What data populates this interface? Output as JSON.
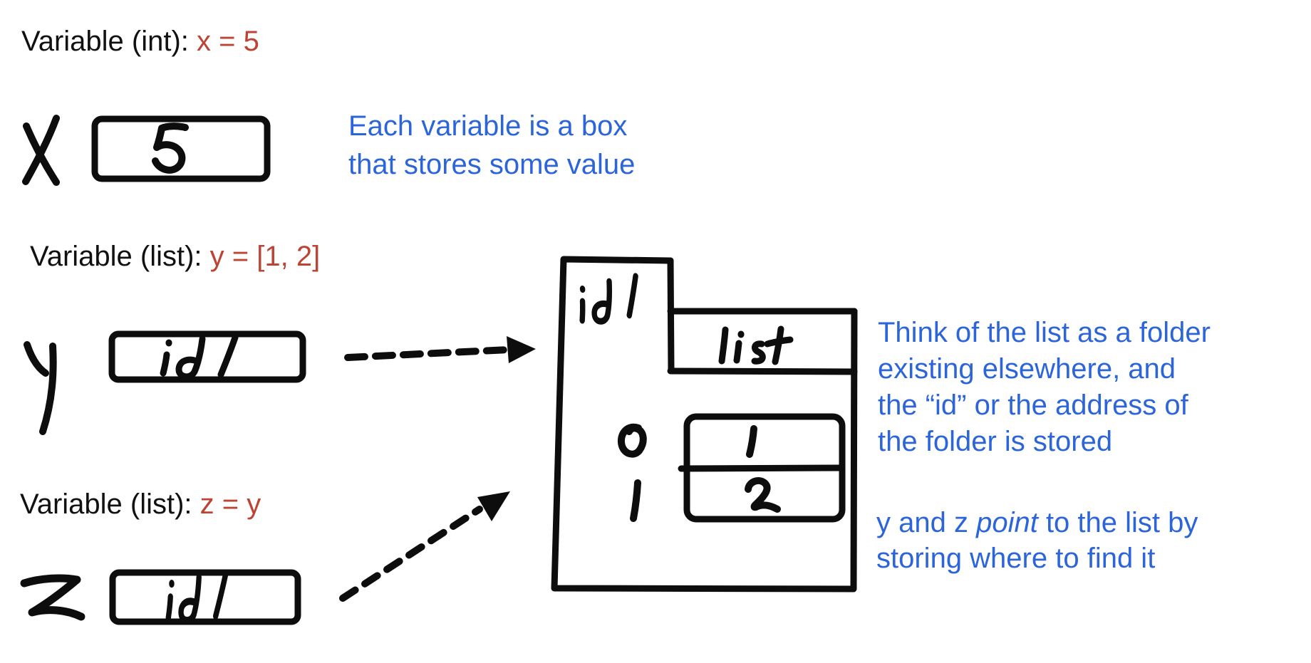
{
  "diagram": {
    "captions": {
      "x": {
        "label": "Variable (int): ",
        "value": "x = 5"
      },
      "y": {
        "label": "Variable (list): ",
        "value": "y = [1, 2]"
      },
      "z": {
        "label": "Variable (list): ",
        "value": "z = y"
      }
    },
    "notes": {
      "box": {
        "line1": "Each variable is a box",
        "line2": "that stores some value"
      },
      "folder": {
        "line1": "Think of the list as a folder",
        "line2": "existing elsewhere, and",
        "line3": "the “id” or the address of",
        "line4": "the folder is stored"
      },
      "pointer": {
        "line1_pre": "y and z ",
        "line1_italic": "point",
        "line1_post": " to the list by",
        "line2": "storing where to find it"
      }
    },
    "handwriting": {
      "var_x": "x",
      "x_value": "5",
      "var_y": "y",
      "y_value": "id1",
      "var_z": "z",
      "z_value": "id1",
      "folder_tab": "id1",
      "folder_title": "list",
      "index_first": "0",
      "index_second": "1",
      "item_first": "1",
      "item_second": "2"
    },
    "colors": {
      "ink": "#0d0d0d",
      "red": "#bc4434",
      "blue": "#2c65d9",
      "background": "#ffffff"
    }
  }
}
